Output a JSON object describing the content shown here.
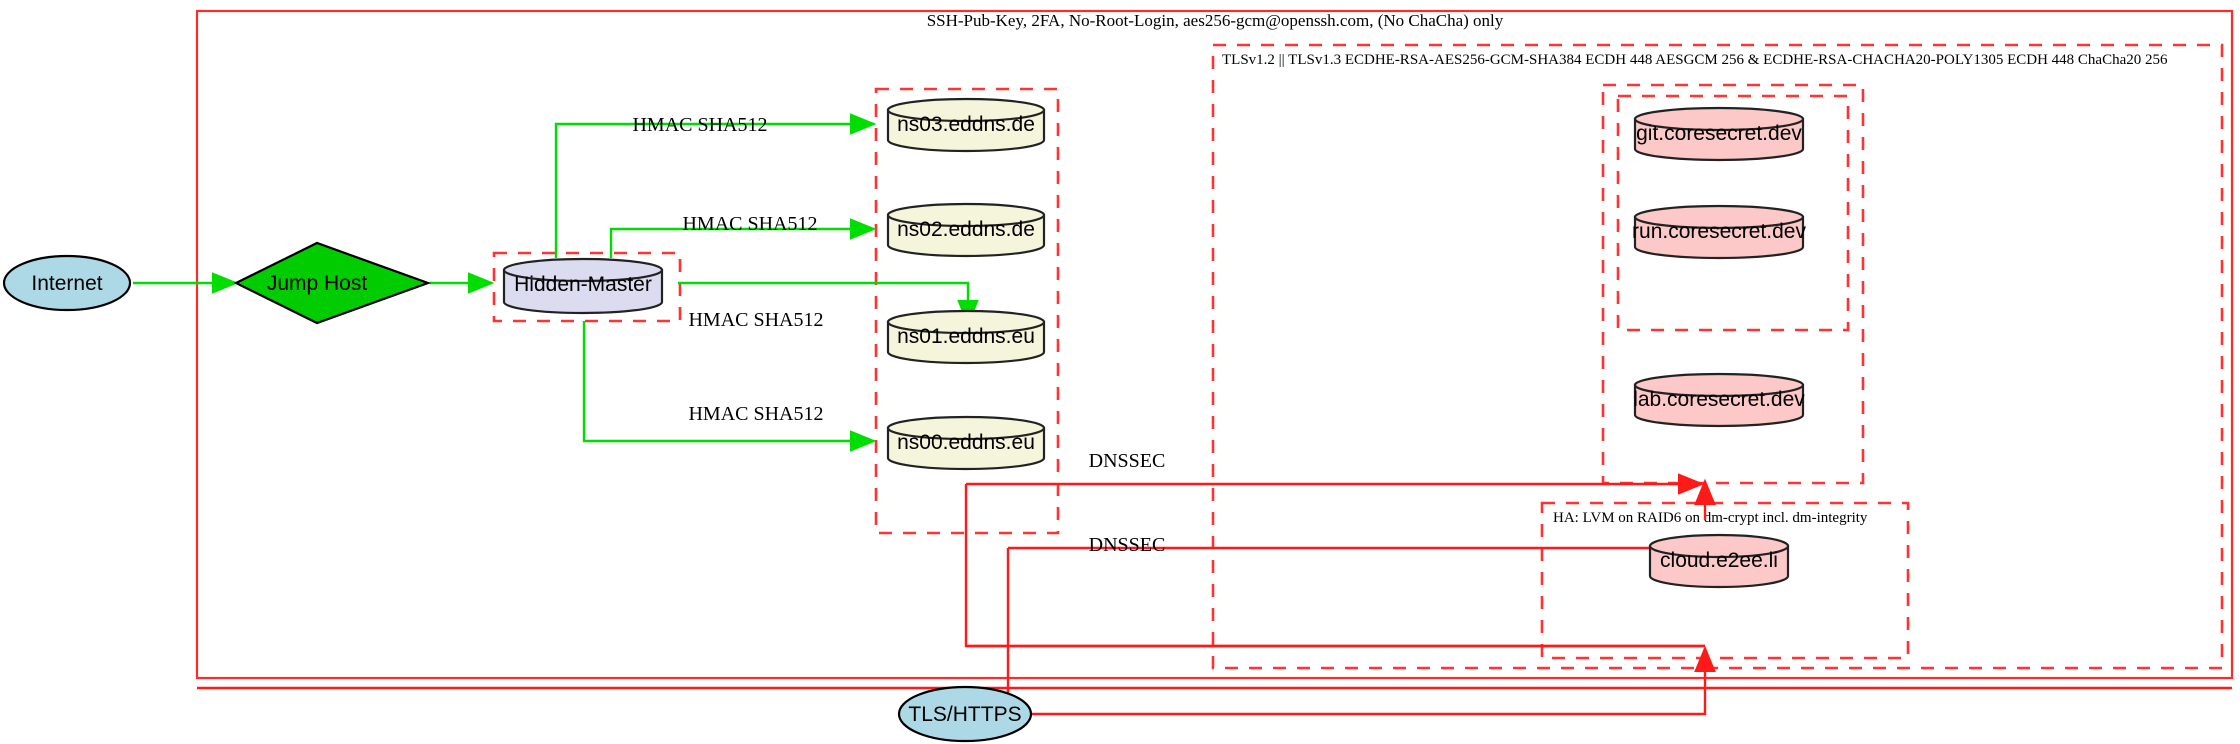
{
  "diagram": {
    "title_labels": {
      "ssh_policy": "SSH-Pub-Key, 2FA, No-Root-Login, aes256-gcm@openssh.com, (No ChaCha) only",
      "tls_policy": "TLSv1.2 || TLSv1.3 ECDHE-RSA-AES256-GCM-SHA384 ECDH 448 AESGCM 256 & ECDHE-RSA-CHACHA20-POLY1305 ECDH 448 ChaCha20 256",
      "ha_policy": "HA: LVM on RAID6 on dm-crypt incl. dm-integrity"
    },
    "nodes": {
      "internet": "Internet",
      "jump_host": "Jump Host",
      "hidden_master": "Hidden-Master",
      "ns03": "ns03.eddns.de",
      "ns02": "ns02.eddns.de",
      "ns01": "ns01.eddns.eu",
      "ns00": "ns00.eddns.eu",
      "git": "git.coresecret.dev",
      "run": "run.coresecret.dev",
      "lab": "lab.coresecret.dev",
      "cloud": "cloud.e2ee.li",
      "tls_https": "TLS/HTTPS"
    },
    "edge_labels": {
      "hmac_ns03": "HMAC SHA512",
      "hmac_ns02": "HMAC SHA512",
      "hmac_ns01": "HMAC SHA512",
      "hmac_ns00": "HMAC SHA512",
      "dnssec_upper": "DNSSEC",
      "dnssec_lower": "DNSSEC"
    },
    "colors": {
      "boundary_red": "#ff2a2a",
      "edge_green": "#00dd00",
      "edge_red": "#ff1a1a",
      "ellipse_blue": "#add8e6",
      "diamond_green": "#00cc00",
      "cylinder_lavender": "#dcdcf0",
      "cylinder_beige": "#f5f5dc",
      "cylinder_pink": "#fcc8c8"
    }
  }
}
